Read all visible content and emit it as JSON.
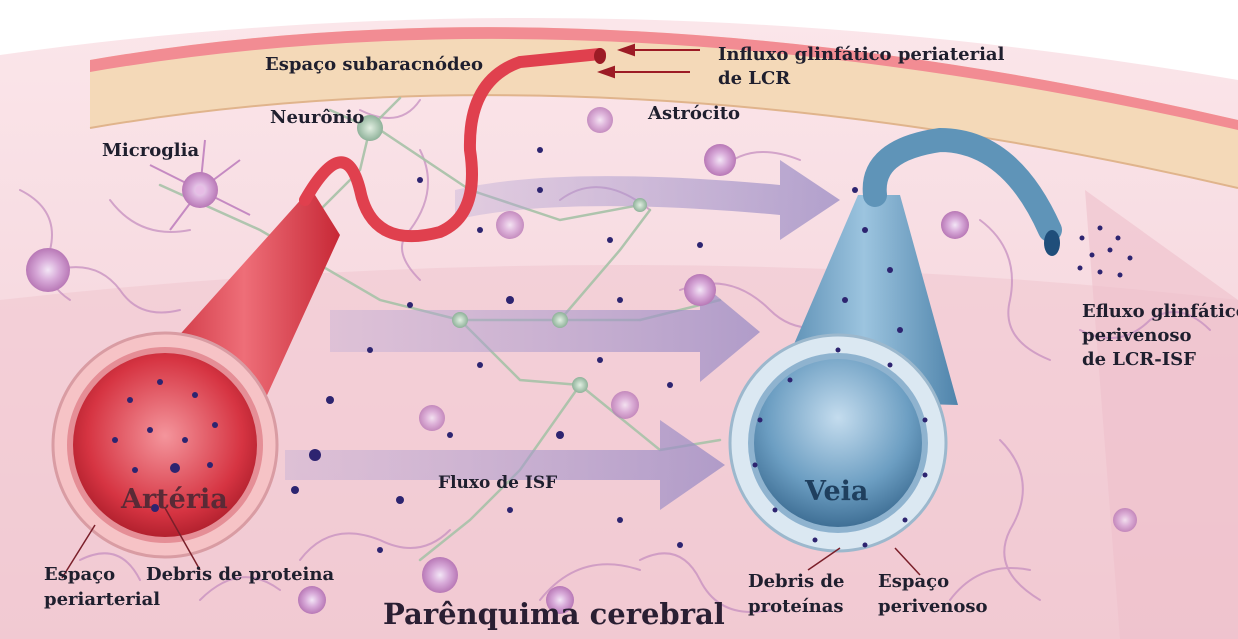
{
  "labels": {
    "subarachnoid_space": "Espaço subaracnódeo",
    "periarterial_influx_line1": "Influxo glinfático periaterial",
    "periarterial_influx_line2": "de LCR",
    "neuron": "Neurônio",
    "astrocyte": "Astrócito",
    "microglia": "Microglia",
    "artery": "Artéria",
    "vein": "Veia",
    "isf_flow": "Fluxo de ISF",
    "perivenous_efflux_line1": "Efluxo glinfático",
    "perivenous_efflux_line2": "perivenoso",
    "perivenous_efflux_line3": "de LCR-ISF",
    "periarterial_space_line1": "Espaço",
    "periarterial_space_line2": "periarterial",
    "protein_debris_artery": "Debris de proteina",
    "protein_debris_vein_line1": "Debris de",
    "protein_debris_vein_line2": "proteínas",
    "perivenous_space_line1": "Espaço",
    "perivenous_space_line2": "perivenoso",
    "brain_parenchyma": "Parênquima cerebral"
  },
  "colors": {
    "artery": "#e0404e",
    "artery_dark": "#b81f2c",
    "vein": "#5f94b8",
    "vein_light": "#a9cde3",
    "meninges": "#f3d9b8",
    "tissue": "#f6dbe2",
    "flow_arrow": "#a99bc9",
    "cell": "#c98bc4",
    "debris": "#2d2470",
    "arrow_red": "#9c1b25"
  }
}
